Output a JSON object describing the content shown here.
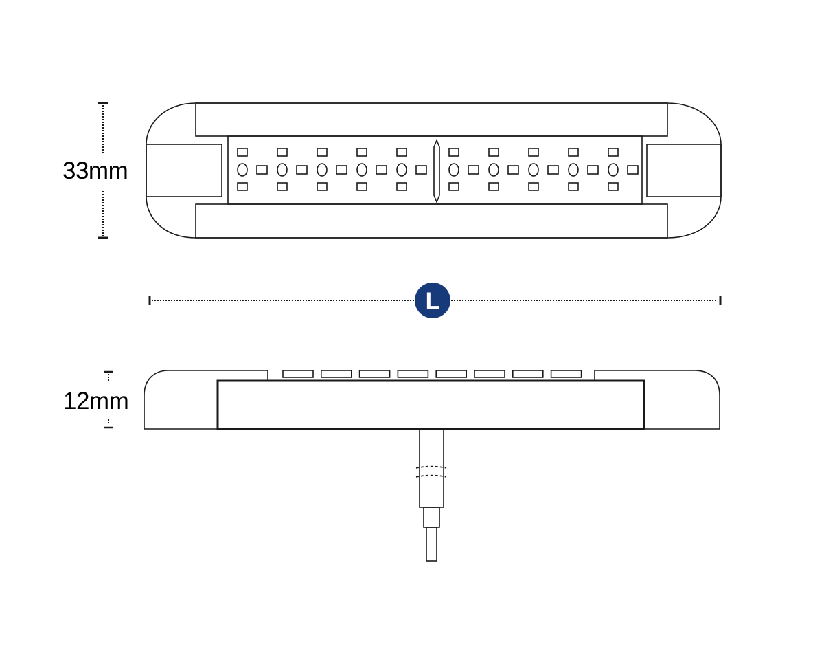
{
  "dimensions": {
    "height_label": "33mm",
    "thickness_label": "12mm",
    "length_badge": "L"
  },
  "colors": {
    "line": "#1a1a1a",
    "badge_fill": "#173a7a",
    "badge_text": "#ffffff"
  },
  "top_view": {
    "led_modules_per_half": 5,
    "halves": 2
  },
  "side_view": {
    "vent_slots": 8
  }
}
